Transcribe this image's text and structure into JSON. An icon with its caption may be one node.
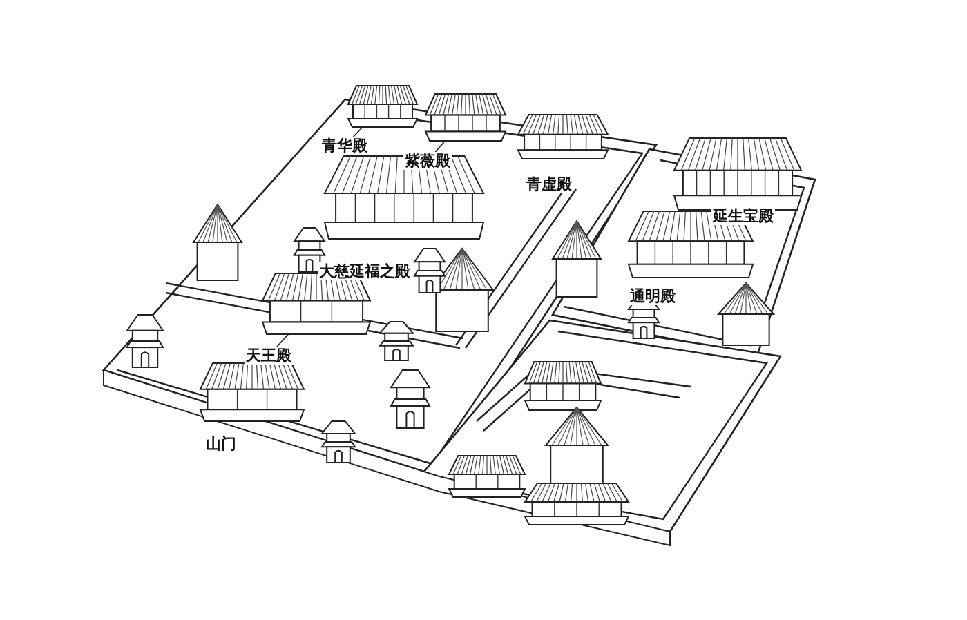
{
  "diagram": {
    "nodes": [
      {
        "text": [
          "青华殿"
        ]
      },
      {
        "text": [],
        "shape": "picture"
      },
      {
        "text": [
          "紫薇殿"
        ]
      },
      {
        "text": [],
        "shape": "picture"
      },
      {
        "text": [
          "天王殿"
        ]
      },
      {
        "text": [],
        "shape": "picture"
      },
      {
        "text": [
          "青虚殿"
        ]
      },
      {
        "text": [
          "延生宝殿"
        ]
      },
      {
        "text": [
          "大慈延福之殿"
        ]
      },
      {
        "text": [
          "通明殿"
        ]
      },
      {
        "text": [
          "山门"
        ]
      }
    ],
    "edges": [
      {
        "from": 0,
        "to": 1,
        "arrow": "none"
      },
      {
        "from": 2,
        "to": 3,
        "arrow": "none"
      },
      {
        "from": 4,
        "to": 5,
        "arrow": "none"
      }
    ]
  }
}
